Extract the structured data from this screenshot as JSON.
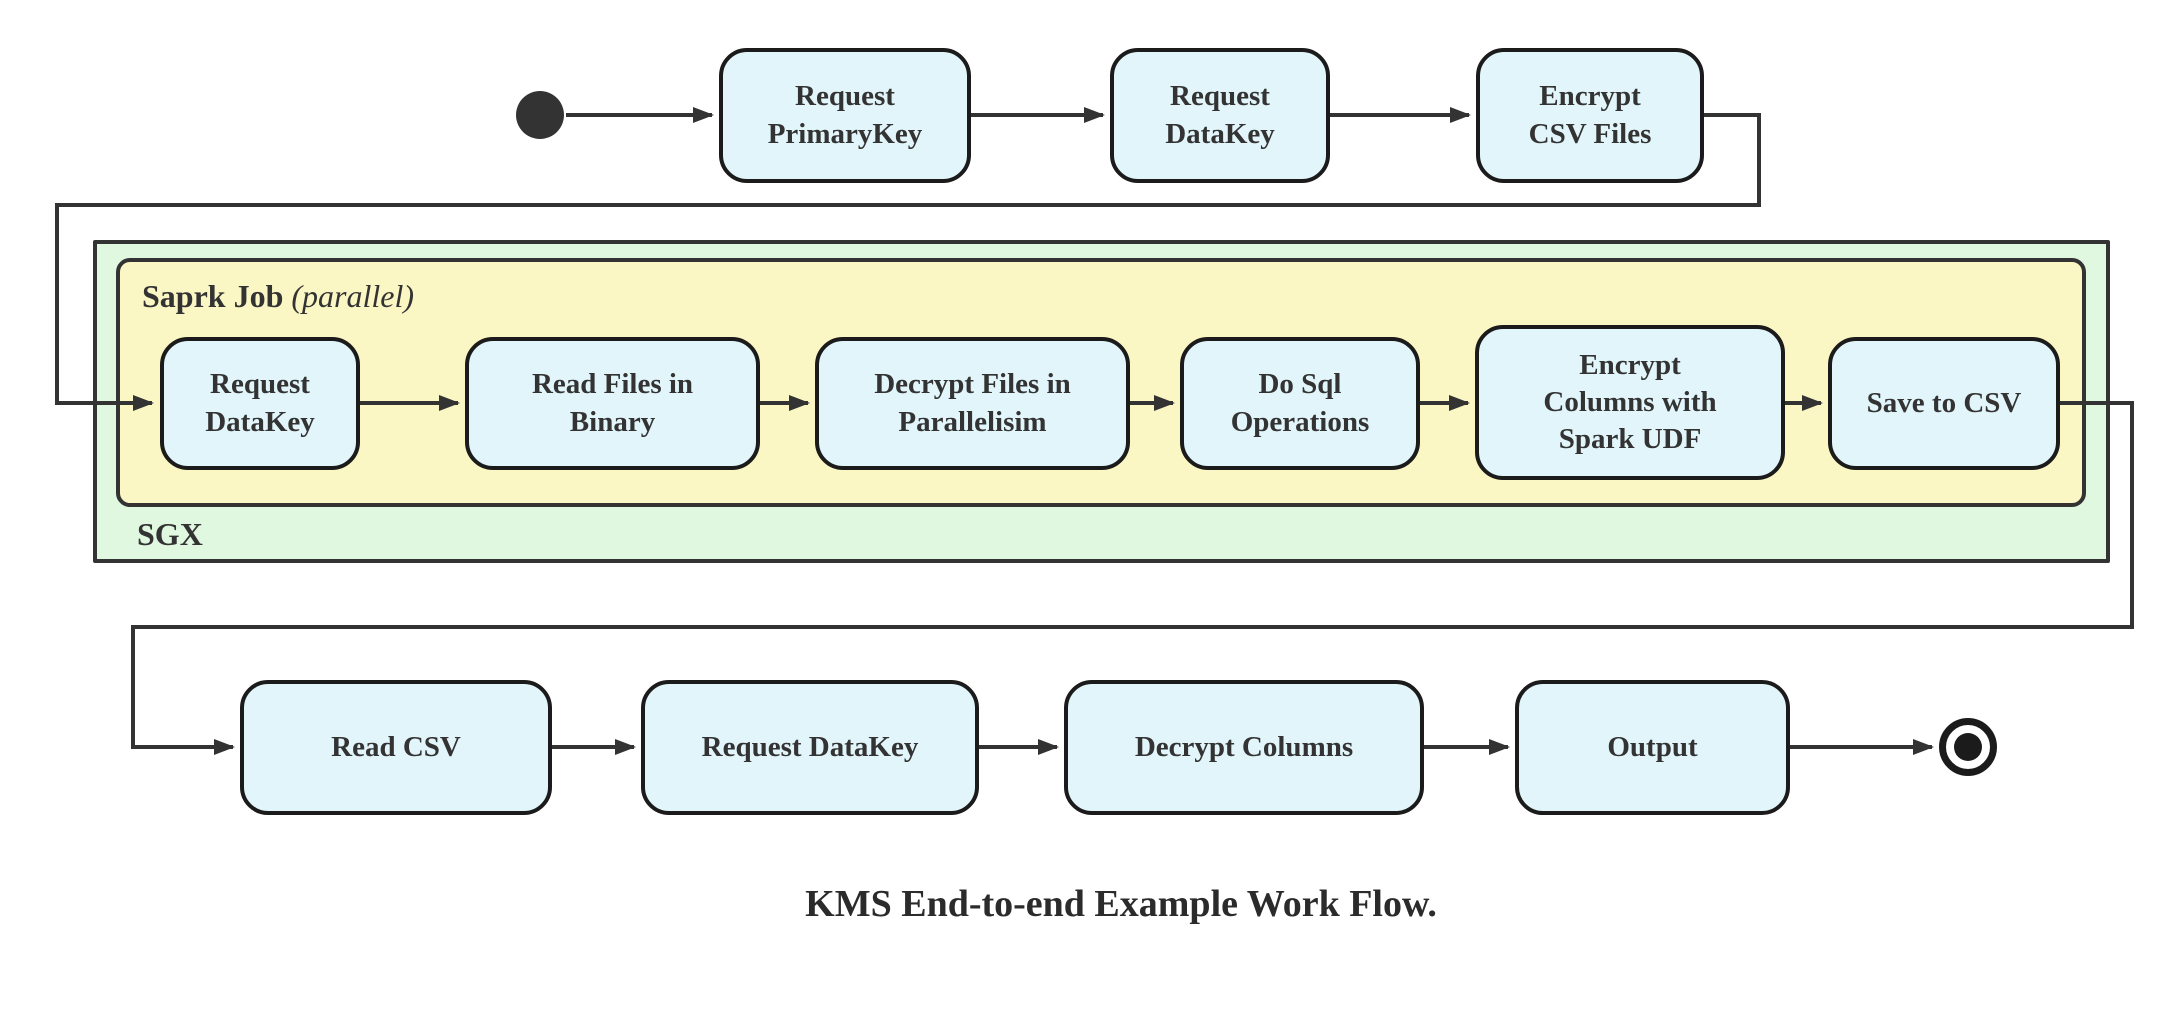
{
  "diagram": {
    "caption": "KMS End-to-end Example Work Flow.",
    "colors": {
      "node_fill": "#E1F5FA",
      "node_border": "#1b1b1b",
      "sgx_fill": "#E0F8E0",
      "spark_fill": "#FBF7C4",
      "container_border": "#333333",
      "edge": "#333333",
      "text": "#333333"
    },
    "containers": {
      "sgx": {
        "label": "SGX"
      },
      "spark_job": {
        "label_bold": "Saprk Job",
        "label_italic": "(parallel)"
      }
    },
    "nodes": {
      "request_primarykey": {
        "label": "Request\nPrimaryKey"
      },
      "request_datakey_top": {
        "label": "Request\nDataKey"
      },
      "encrypt_csv_files": {
        "label": "Encrypt\nCSV Files"
      },
      "request_datakey_sgx": {
        "label": "Request\nDataKey"
      },
      "read_files_binary": {
        "label": "Read Files in\nBinary"
      },
      "decrypt_files_parallel": {
        "label": "Decrypt Files in\nParallelisim"
      },
      "do_sql_operations": {
        "label": "Do Sql\nOperations"
      },
      "encrypt_columns_udf": {
        "label": "Encrypt\nColumns with\nSpark UDF"
      },
      "save_to_csv": {
        "label": "Save to CSV"
      },
      "read_csv": {
        "label": "Read CSV"
      },
      "request_datakey_bottom": {
        "label": "Request DataKey"
      },
      "decrypt_columns": {
        "label": "Decrypt Columns"
      },
      "output": {
        "label": "Output"
      }
    }
  }
}
